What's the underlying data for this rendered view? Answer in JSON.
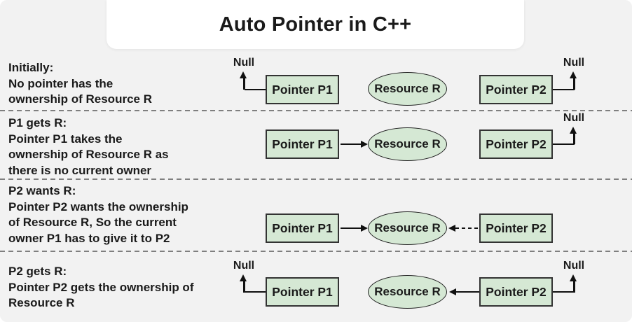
{
  "title": "Auto Pointer in C++",
  "shapes": {
    "pointer_p1": "Pointer P1",
    "pointer_p2": "Pointer P2",
    "resource": "Resource R",
    "null_label": "Null"
  },
  "rows": [
    {
      "heading": "Initially:",
      "body": "No pointer has the\nownership of Resource R"
    },
    {
      "heading": "P1 gets R:",
      "body": "Pointer P1 takes the\nownership of Resource R as\nthere is no current owner"
    },
    {
      "heading": "P2 wants R:",
      "body": "Pointer P2 wants the ownership\nof Resource R, So the current\nowner P1 has to give it to P2"
    },
    {
      "heading": "P2 gets R:",
      "body": "Pointer P2 gets the ownership of\nResource R"
    }
  ],
  "colors": {
    "background": "#f2f2f2",
    "title_panel": "#ffffff",
    "shape_fill": "#d5e8d4",
    "shape_border": "#333333",
    "text": "#1a1a1a",
    "arrow": "#111111",
    "separator": "#7f7f7f"
  }
}
